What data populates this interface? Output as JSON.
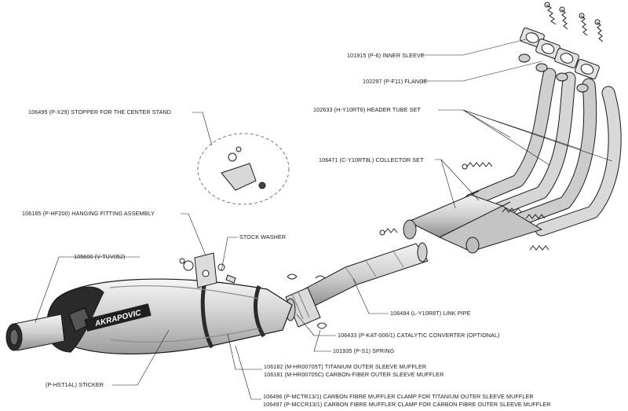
{
  "labels": {
    "inner_sleeve": "101915 (P-6)  INNER SLEEVE",
    "flange": "102297 (P-F11)  FLANGE",
    "header_tube_set": "102633 (H-Y10RT6)  HEADER TUBE SET",
    "stopper": "106495 (P-X29) STOPPER FOR THE CENTER STAND",
    "collector_set": "106471 (C-Y10RT8L) COLLECTOR SET",
    "hanging_fitting": "106185 (P-HF200) HANGING FITTING ASSEMBLY",
    "stock_washer": "STOCK WASHER",
    "end_cap": "105600 (V-TUV052)",
    "link_pipe": "106494 (L-Y10R8T) LINK PIPE",
    "catalytic_converter": "106433 (P-KAT-006/1)  CATALYTIC CONVERTER (OPTIONAL)",
    "spring": "101935 (P-S1)  SPRING",
    "muffler_titanium": "106182 (M-HR00705T) TITANIUM OUTER SLEEVE MUFFLER",
    "muffler_carbon": "106181 (M-HR00705C) CARBON-FIBER OUTER SLEEVE MUFFLER",
    "sticker": "(P-HST1AL)  STICKER",
    "clamp_titanium": "106496 (P-MCTR13/1)  CARBON FIBRE MUFFLER CLAMP FOR TITANIUM OUTER SLEEVE  MUFFLER",
    "clamp_carbon": "106497 (P-MCCR13/1)  CARBON FIBRE MUFFLER CLAMP FOR CARBON FIBRE OUTER SLEEVE  MUFFLER"
  },
  "brand_logo": "AKRAPOVIC",
  "colors": {
    "line": "#1a1a1a",
    "metal": "#d8d8d8",
    "metal_dark": "#9a9a9a",
    "carbon": "#2b2b2b"
  }
}
